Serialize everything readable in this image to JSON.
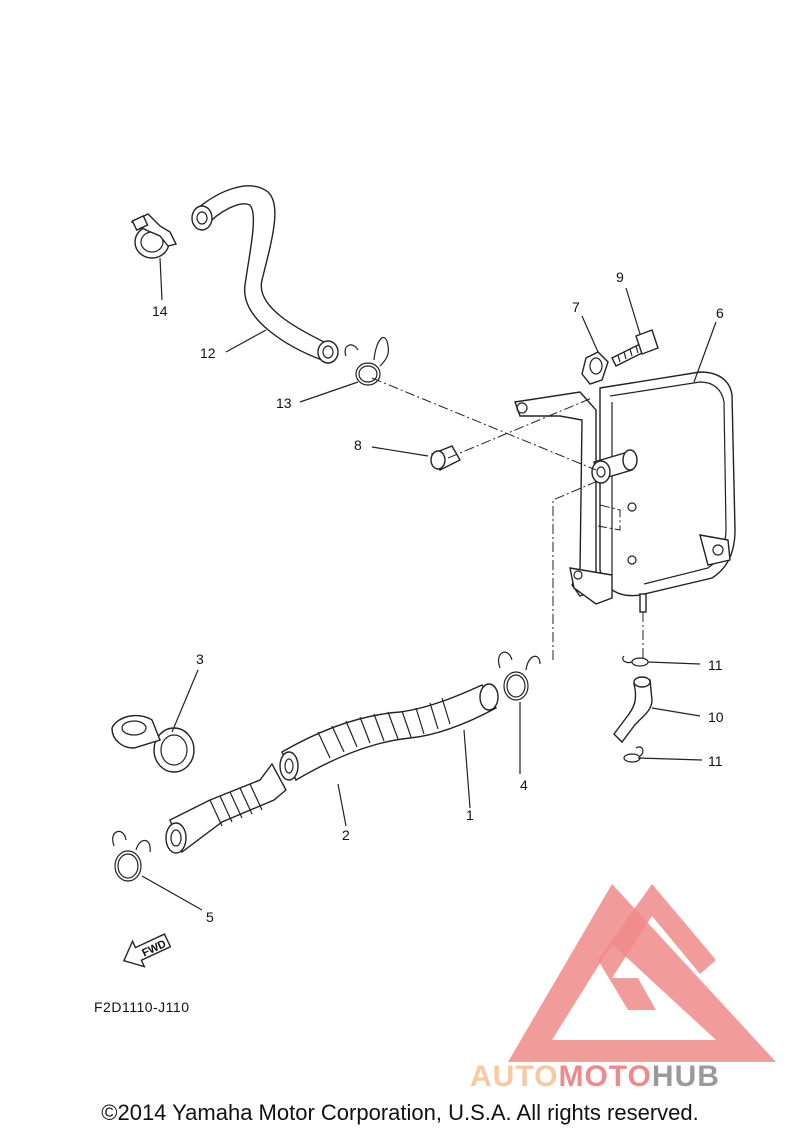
{
  "diagram": {
    "reference_code": "F2D1110-J110",
    "fwd_label": "FWD",
    "parts": [
      {
        "callout": "1"
      },
      {
        "callout": "2"
      },
      {
        "callout": "3"
      },
      {
        "callout": "4"
      },
      {
        "callout": "5"
      },
      {
        "callout": "6"
      },
      {
        "callout": "7"
      },
      {
        "callout": "8"
      },
      {
        "callout": "9"
      },
      {
        "callout": "10"
      },
      {
        "callout": "11"
      },
      {
        "callout": "11"
      },
      {
        "callout": "12"
      },
      {
        "callout": "13"
      },
      {
        "callout": "14"
      }
    ]
  },
  "watermark": {
    "word_part1": "AUTO",
    "word_part2": "MOTO",
    "word_part3": "HUB",
    "color_light": "#f8c9a0",
    "color_red": "#f08a8a",
    "color_gray": "#9a9a9a"
  },
  "copyright": "©2014 Yamaha Motor Corporation, U.S.A. All rights reserved."
}
